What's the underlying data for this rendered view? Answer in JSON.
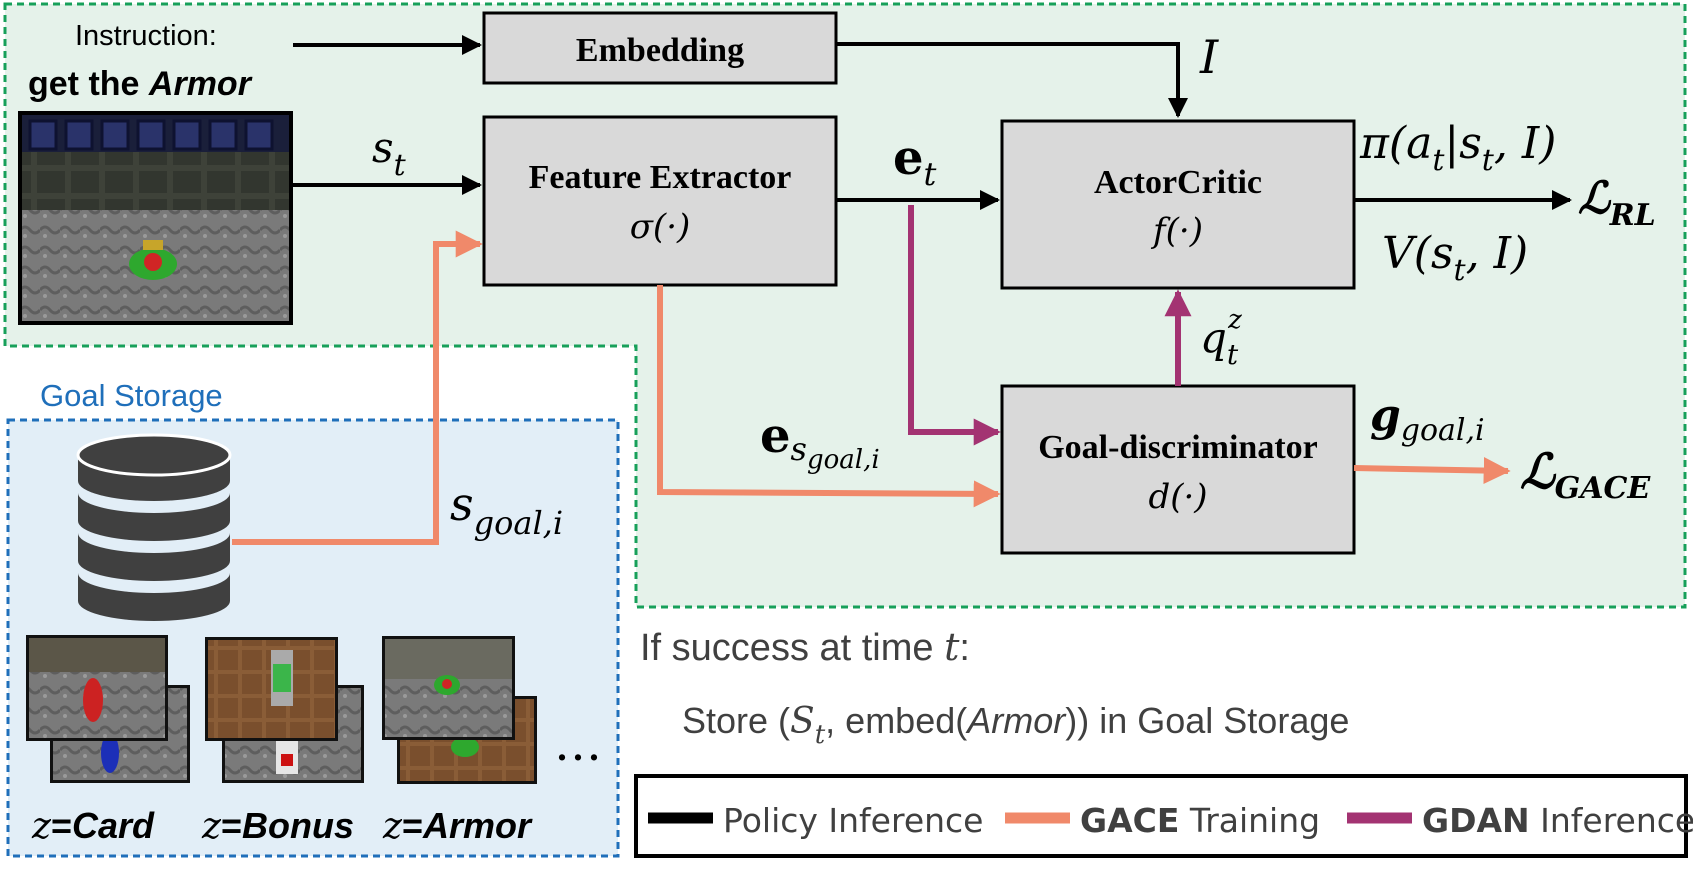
{
  "colors": {
    "policy": "#000000",
    "gace": "#f0896a",
    "gdan": "#a33372",
    "main_region_fill": "#e5f2ea",
    "main_region_border": "#17a05a",
    "storage_fill": "#e2eef7",
    "storage_border": "#1f6fba",
    "box_fill": "#d9d9d9"
  },
  "instruction": {
    "label": "Instruction:",
    "prefix": "get the ",
    "target": "Armor"
  },
  "boxes": {
    "embedding": "Embedding",
    "feature_extractor": {
      "title": "Feature Extractor",
      "fn": "σ(·)"
    },
    "actor_critic": {
      "title": "ActorCritic",
      "fn": "f(·)"
    },
    "goal_discriminator": {
      "title": "Goal-discriminator",
      "fn": "d(·)"
    }
  },
  "math_labels": {
    "I": "I",
    "s_t_base": "s",
    "s_t_sub": "t",
    "e_t_base": "e",
    "e_t_sub": "t",
    "pi": "π(a",
    "pi_sub1": "t",
    "pi_mid": "|s",
    "pi_sub2": "t",
    "pi_end": ", I)",
    "V": "V(s",
    "V_sub": "t",
    "V_end": ", I)",
    "L_rl_base": "ℒ",
    "L_rl_sub": "RL",
    "q_base": "q",
    "q_sub": "t",
    "q_sup": "z",
    "g_base": "g",
    "g_sub": "goal,i",
    "L_gace_base": "ℒ",
    "L_gace_sub": "GACE",
    "e_goal_base": "e",
    "e_goal_sub1": "s",
    "e_goal_sub2": "goal,i",
    "s_goal_base": "s",
    "s_goal_sub": "goal,i"
  },
  "goal_storage": {
    "title": "Goal Storage",
    "ellipsis": "…",
    "items": [
      {
        "z": "z",
        "eq": "=",
        "label": "Card"
      },
      {
        "z": "z",
        "eq": "=",
        "label": "Bonus"
      },
      {
        "z": "z",
        "eq": "=",
        "label": "Armor"
      }
    ]
  },
  "success_note": {
    "line1_prefix": "If success at time ",
    "line1_var": "t",
    "line1_suffix": ":",
    "line2_prefix": "Store (",
    "line2_var": "S",
    "line2_sub": "t",
    "line2_mid": ", embed(",
    "line2_item": "Armor",
    "line2_suffix": ")) in Goal Storage"
  },
  "legend": [
    {
      "bold": "",
      "text": "Policy Inference",
      "color_key": "policy"
    },
    {
      "bold": "GACE",
      "text": " Training",
      "color_key": "gace"
    },
    {
      "bold": "GDAN",
      "text": " Inference",
      "color_key": "gdan"
    }
  ]
}
